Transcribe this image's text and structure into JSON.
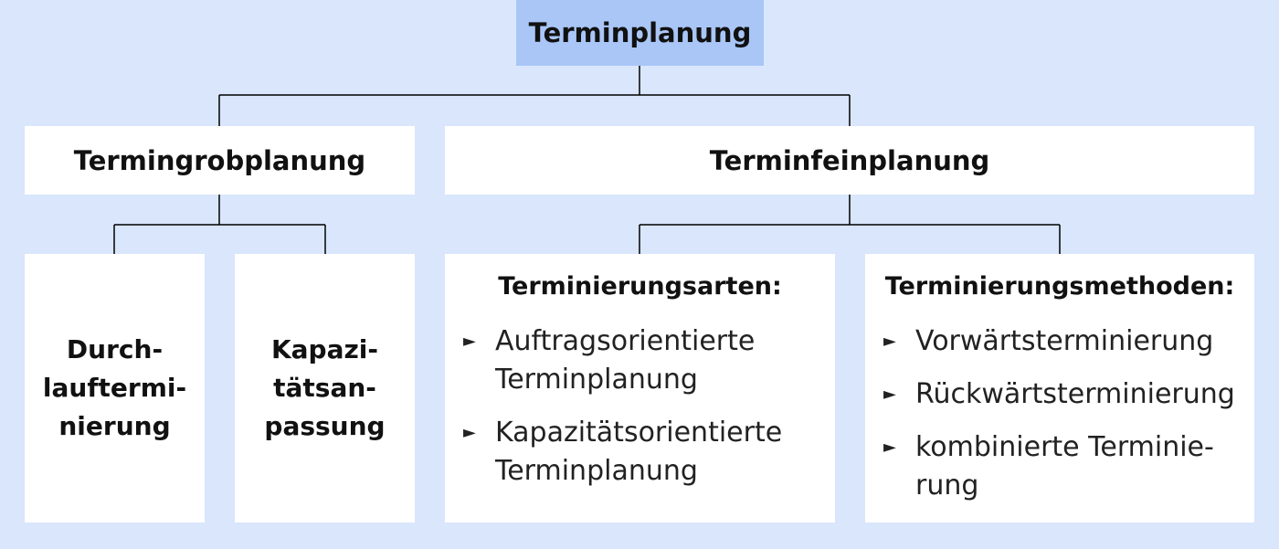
{
  "root": {
    "label": "Terminplanung"
  },
  "grob": {
    "label": "Termingrobplanung",
    "children": [
      {
        "lines": [
          "Durch-",
          "lauftermi-",
          "nierung"
        ]
      },
      {
        "lines": [
          "Kapazi-",
          "tätsan-",
          "passung"
        ]
      }
    ]
  },
  "fein": {
    "label": "Terminfeinplanung",
    "arten": {
      "heading": "Terminierungsarten:",
      "items": [
        {
          "lines": [
            "Auftragsorientierte",
            "Terminplanung"
          ]
        },
        {
          "lines": [
            "Kapazitätsorientierte",
            "Terminplanung"
          ]
        }
      ]
    },
    "methoden": {
      "heading": "Terminierungsmethoden:",
      "items": [
        {
          "lines": [
            "Vorwärtsterminierung"
          ]
        },
        {
          "lines": [
            "Rückwärtsterminierung"
          ]
        },
        {
          "lines": [
            "kombinierte Terminie-",
            "rung"
          ]
        }
      ]
    }
  },
  "bullet_glyph": "►",
  "colors": {
    "background": "#d9e6fb",
    "root_fill": "#a9c6f7",
    "box_fill": "#ffffff",
    "line": "#000000"
  }
}
